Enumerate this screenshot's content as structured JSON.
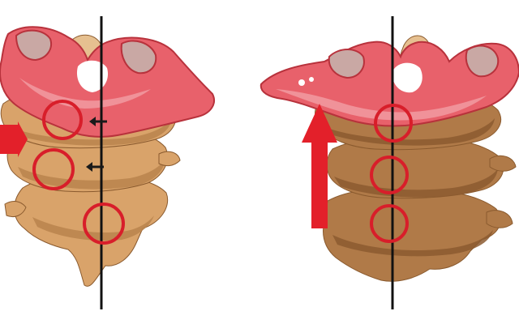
{
  "figure": {
    "panels": [
      {
        "id": "left",
        "state": "misaligned",
        "markers": 3,
        "arrows": [
          "push-right",
          "small-left",
          "small-left"
        ]
      },
      {
        "id": "right",
        "state": "aligned",
        "markers": 3,
        "arrows": [
          "push-up"
        ]
      }
    ]
  },
  "colors": {
    "background": "#ffffff",
    "atlas_fill": "#e8616b",
    "atlas_outline": "#b8323c",
    "atlas_highlight": "#f4a6ac",
    "atlas_socket": "#c9a8a4",
    "vertebra_fill": "#d9a36a",
    "vertebra_shadow": "#b9844c",
    "vertebra_dark": "#8a5a2e",
    "vertebra_right_fill": "#b07a48",
    "vertebra_right_shadow": "#8c5a30",
    "dens": "#e6c090",
    "axis_line": "#111111",
    "marker_ring": "#d81e2a",
    "arrow_red": "#e3202a",
    "arrow_small": "#1a1a1a"
  }
}
